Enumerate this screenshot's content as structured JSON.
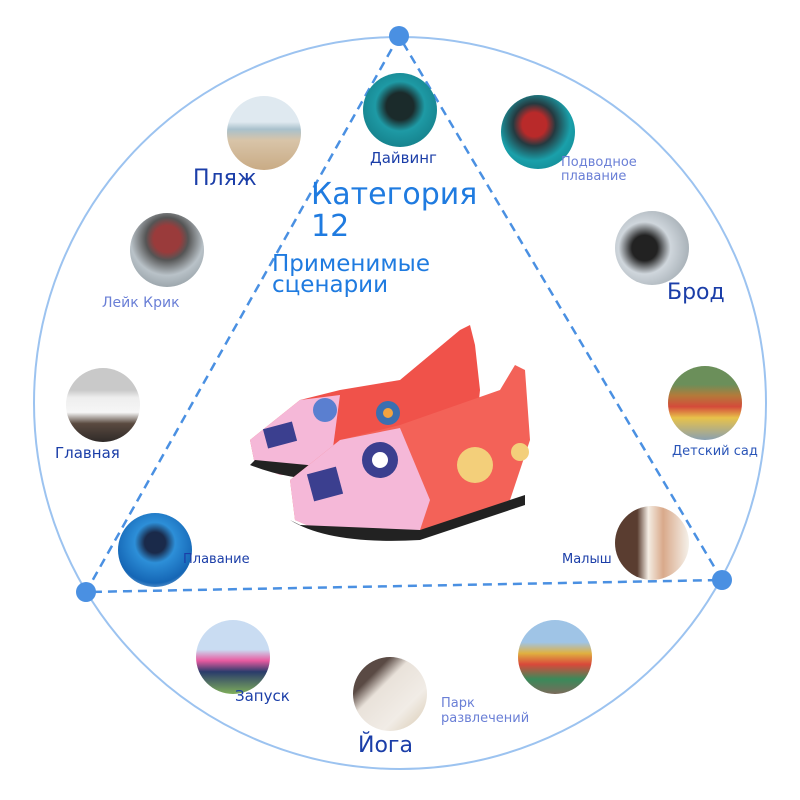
{
  "title": {
    "category": "Категория",
    "number": "12",
    "subtitle_line1": "Применимые",
    "subtitle_line2": "сценарии"
  },
  "scenarios": {
    "diving": "Дайвинг",
    "beach": "Пляж",
    "snorkeling_line1": "Подводное",
    "snorkeling_line2": "плавание",
    "lake_creek": "Лейк Крик",
    "wading": "Брод",
    "home": "Главная",
    "kindergarten": "Детский сад",
    "swimming": "Плавание",
    "baby": "Малыш",
    "running": "Запуск",
    "yoga": "Йога",
    "park_line1": "Парк",
    "park_line2": "развлечений"
  },
  "colors": {
    "accent": "#1f7be0",
    "label": "#1b3ea8",
    "ring": "#9cc3f0",
    "dot": "#4a90e2",
    "shoe": "#f0524a"
  }
}
